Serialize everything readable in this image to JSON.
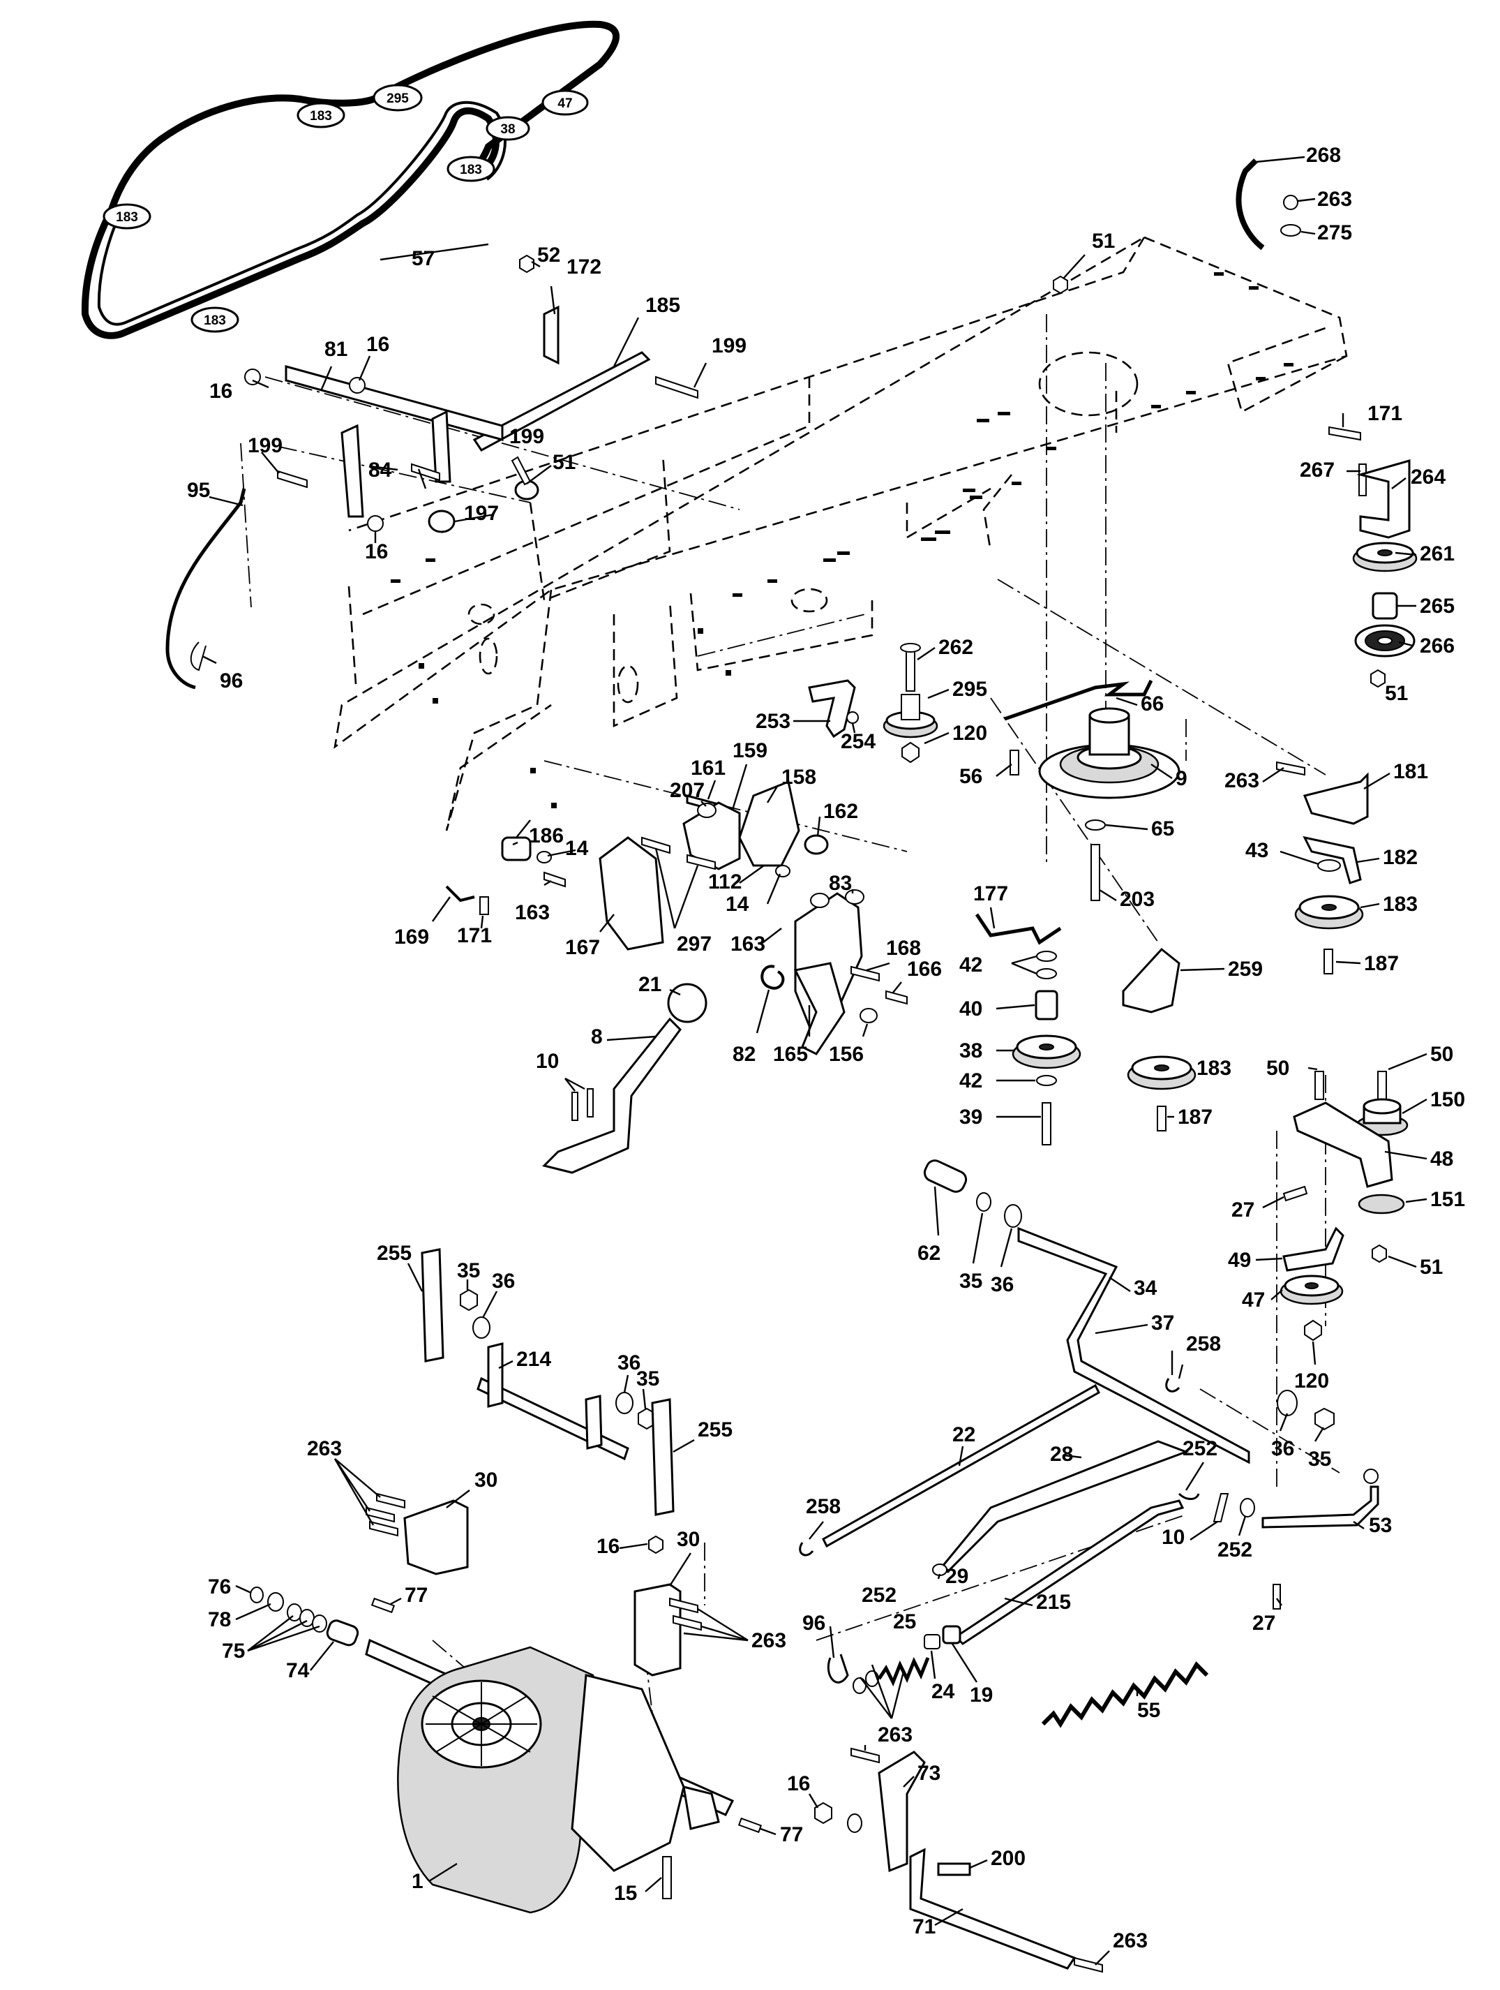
{
  "belt_pulley_labels": [
    "295",
    "47",
    "38",
    "183",
    "183",
    "183",
    "183"
  ],
  "callouts": [
    "57",
    "268",
    "263",
    "275",
    "51",
    "52",
    "172",
    "185",
    "199",
    "16",
    "81",
    "16",
    "199",
    "84",
    "199",
    "51",
    "197",
    "16",
    "95",
    "96",
    "171",
    "267",
    "264",
    "261",
    "265",
    "266",
    "51",
    "262",
    "295",
    "120",
    "253",
    "254",
    "66",
    "56",
    "9",
    "263",
    "181",
    "43",
    "182",
    "65",
    "203",
    "183",
    "187",
    "161",
    "159",
    "158",
    "207",
    "186",
    "14",
    "162",
    "112",
    "14",
    "83",
    "163",
    "169",
    "171",
    "167",
    "297",
    "163",
    "168",
    "166",
    "21",
    "82",
    "165",
    "156",
    "177",
    "42",
    "40",
    "38",
    "42",
    "39",
    "259",
    "183",
    "187",
    "10",
    "8",
    "50",
    "50",
    "150",
    "48",
    "27",
    "151",
    "49",
    "47",
    "51",
    "120",
    "62",
    "35",
    "36",
    "34",
    "37",
    "258",
    "255",
    "35",
    "36",
    "214",
    "36",
    "35",
    "255",
    "263",
    "30",
    "22",
    "28",
    "36",
    "35",
    "252",
    "258",
    "29",
    "10",
    "252",
    "53",
    "27",
    "16",
    "30",
    "215",
    "263",
    "76",
    "77",
    "78",
    "75",
    "74",
    "96",
    "252",
    "25",
    "24",
    "19",
    "55",
    "263",
    "73",
    "16",
    "77",
    "200",
    "1",
    "15",
    "71",
    "263"
  ]
}
